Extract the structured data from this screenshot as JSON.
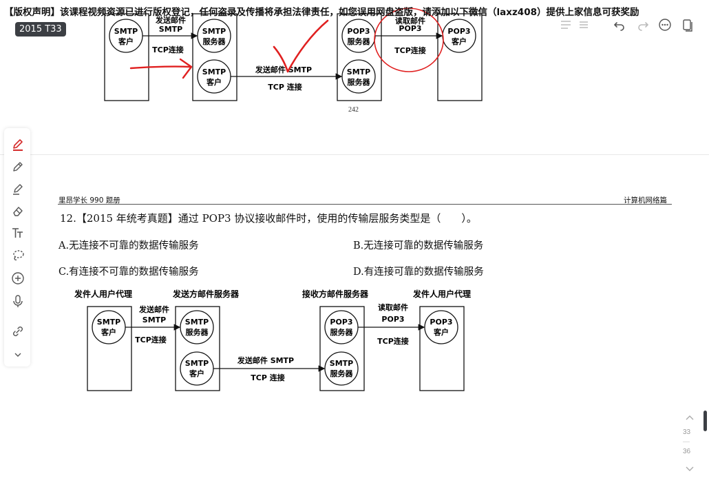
{
  "banner": "【版权声明】该课程视频资源已进行版权登记，任何盗录及传播将承担法律责任，如您误用网盘盗版，请添加以下微信（laxz408）提供上家信息可获奖励",
  "doc_title": "2015 T33",
  "prev_page": {
    "page_number": "242",
    "labels": {
      "smtp_client_1": [
        "SMTP",
        "客户"
      ],
      "smtp_server": [
        "SMTP",
        "服务器"
      ],
      "smtp_client_2": [
        "SMTP",
        "客户"
      ],
      "smtp_server_2": [
        "SMTP",
        "服务器"
      ],
      "pop3_server": [
        "POP3",
        "服务器"
      ],
      "pop3_client": [
        "POP3",
        "客户"
      ],
      "send_partial": "发送邮件",
      "smtp_top": "SMTP",
      "tcp_conn": "TCP连接",
      "send_mail_smtp": "发送邮件 SMTP",
      "tcp_conn_spaced": "TCP 连接",
      "read_partial": "读取邮件",
      "pop3": "POP3",
      "tcp_conn_right": "TCP连接"
    }
  },
  "page_header": {
    "left": "里昂学长 990 题册",
    "right": "计算机网络篇"
  },
  "question": {
    "stem": "12.【2015 年统考真题】通过 POP3 协议接收邮件时，使用的传输层服务类型是（　　）。",
    "options": [
      "A.无连接不可靠的数据传输服务",
      "B.无连接可靠的数据传输服务",
      "C.有连接不可靠的数据传输服务",
      "D.有连接可靠的数据传输服务"
    ]
  },
  "diagram": {
    "sender_agent": "发件人用户代理",
    "sender_server": "发送方邮件服务器",
    "receiver_server": "接收方邮件服务器",
    "receiver_agent": "发件人用户代理",
    "smtp_client": [
      "SMTP",
      "客户"
    ],
    "smtp_server": [
      "SMTP",
      "服务器"
    ],
    "smtp_client_2": [
      "SMTP",
      "客户"
    ],
    "smtp_server_2": [
      "SMTP",
      "服务器"
    ],
    "pop3_server": [
      "POP3",
      "服务器"
    ],
    "pop3_client": [
      "POP3",
      "客户"
    ],
    "send_mail": "发送邮件",
    "smtp": "SMTP",
    "tcp_conn": "TCP连接",
    "send_mail_smtp": "发送邮件 SMTP",
    "tcp_conn_spaced": "TCP 连接",
    "read_mail": "读取邮件",
    "pop3": "POP3",
    "tcp_conn_right": "TCP连接"
  },
  "pager": {
    "current": "33",
    "total": "36"
  },
  "icons": {
    "tools": [
      "pen-icon",
      "pencil-icon",
      "highlighter-icon",
      "eraser-icon",
      "text-tool-icon",
      "lasso-icon",
      "add-icon",
      "microphone-icon",
      "link-icon",
      "chevron-down-icon"
    ],
    "top_right": [
      "reading-mode-icon",
      "undo-icon",
      "redo-icon",
      "more-icon",
      "pages-icon"
    ]
  },
  "colors": {
    "annotation_red": "#e02020",
    "toolbar_active": "#d42a2a",
    "pill_bg": "#3c3f44"
  }
}
